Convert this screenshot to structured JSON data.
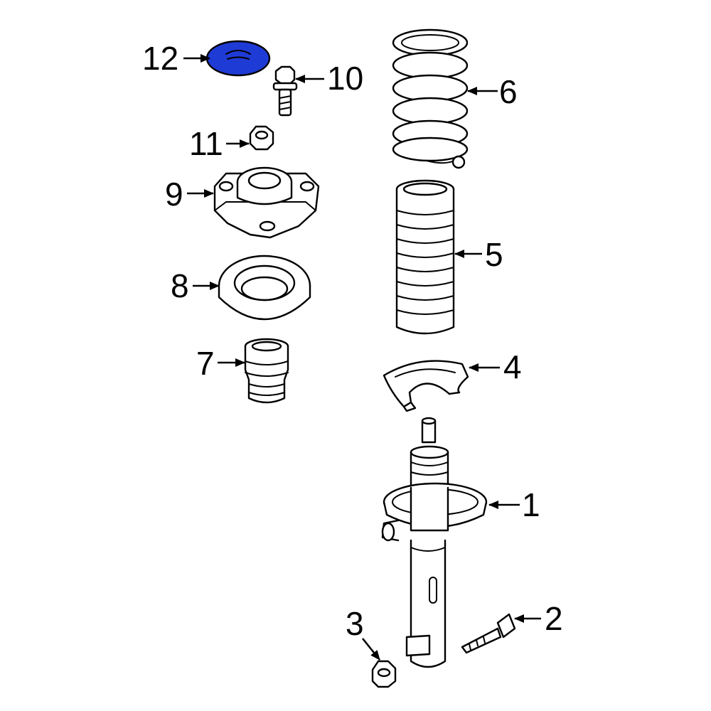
{
  "highlight_color": "#1f3bd6",
  "line_color": "#000000",
  "background_color": "#ffffff",
  "highlighted_part": "12",
  "callouts": [
    {
      "label": "1"
    },
    {
      "label": "2"
    },
    {
      "label": "3"
    },
    {
      "label": "4"
    },
    {
      "label": "5"
    },
    {
      "label": "6"
    },
    {
      "label": "7"
    },
    {
      "label": "8"
    },
    {
      "label": "9"
    },
    {
      "label": "10"
    },
    {
      "label": "11"
    },
    {
      "label": "12"
    }
  ]
}
